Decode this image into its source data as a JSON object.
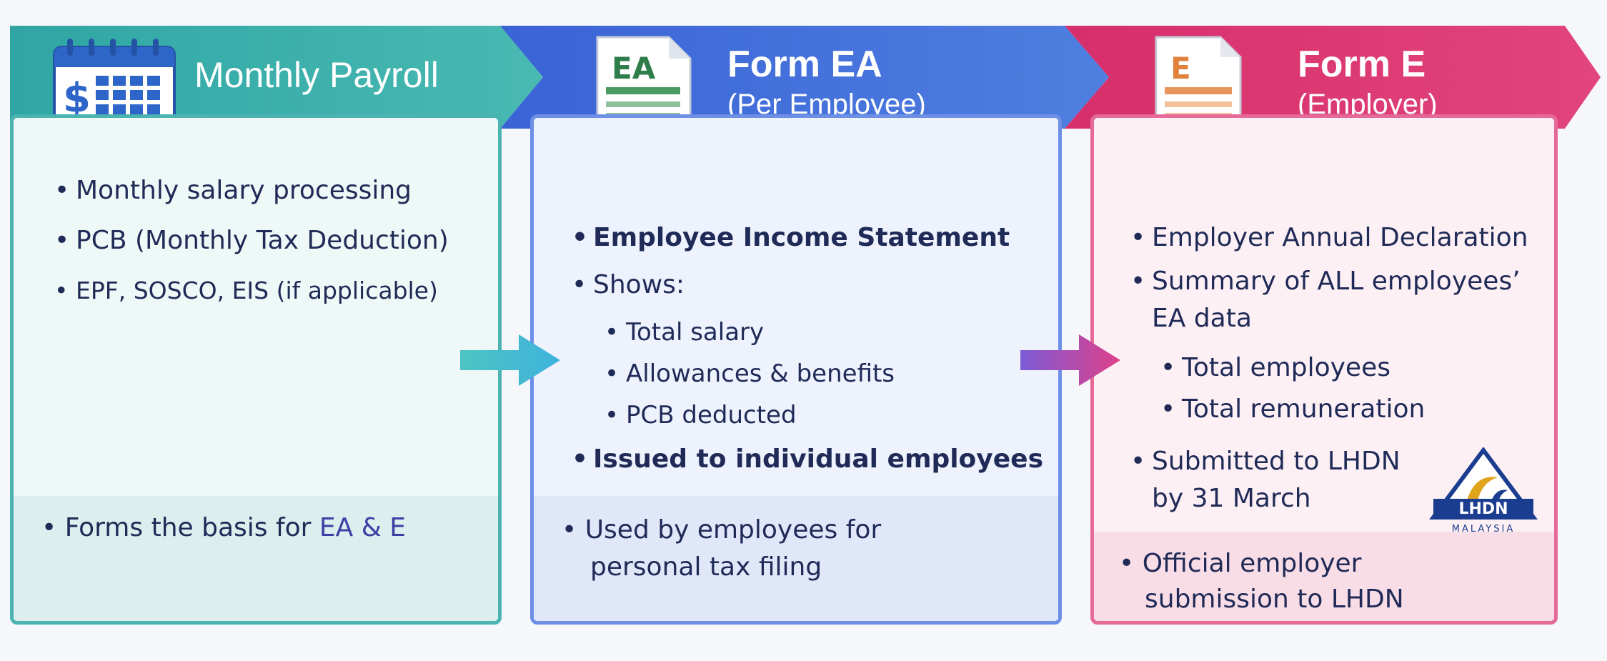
{
  "sections": [
    {
      "title": "Monthly Payroll",
      "items": [
        "Monthly salary processing",
        "PCB (Monthly Tax Deduction)",
        "EPF, SOSCO, EIS (if applicable)"
      ],
      "footer_prefix": "Forms the basis for ",
      "footer_highlight": "EA & E"
    },
    {
      "title": "Form EA",
      "subtitle": "(Per Employee)",
      "doc_label": "EA",
      "items": [
        "Employee Income Statement",
        "Shows:"
      ],
      "subitems": [
        "Total salary",
        "Allowances & benefits",
        "PCB deducted"
      ],
      "item_last": "Issued to individual employees",
      "footer_line1": "Used by employees for",
      "footer_line2": "personal tax filing"
    },
    {
      "title": "Form E",
      "subtitle": "(Employer)",
      "doc_label": "E",
      "items": [
        "Employer Annual Declaration"
      ],
      "item2_line1": "Summary of ALL employees’",
      "item2_line2": "EA data",
      "subitems": [
        "Total employees",
        "Total remuneration"
      ],
      "item3_line1": "Submitted to LHDN",
      "item3_line2": "by 31 March",
      "footer_line1": "Official employer",
      "footer_line2": "submission to LHDN",
      "logo_text": "LHDN",
      "logo_sub": "MALAYSIA"
    }
  ],
  "colors": {
    "teal": "#3fb0aa",
    "blue": "#3e6fd9",
    "pink": "#d9336f",
    "text": "#1f2a57",
    "highlight": "#3b3fa6"
  }
}
